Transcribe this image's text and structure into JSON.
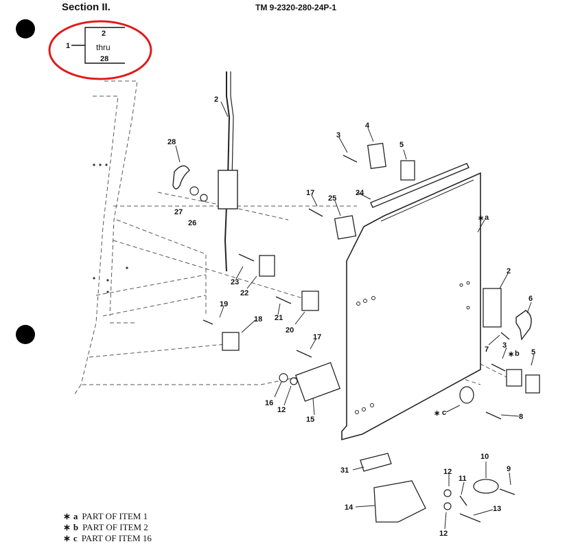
{
  "header": {
    "section": "Section II.",
    "tm": "TM 9-2320-280-24P-1"
  },
  "callout": {
    "item": "1",
    "from": "2",
    "thru": "thru",
    "to": "28"
  },
  "colors": {
    "circle": "#e01b1b",
    "ink": "#1a1a1a"
  },
  "parts": [
    {
      "id": "p2a",
      "label": "2"
    },
    {
      "id": "p28",
      "label": "28"
    },
    {
      "id": "p27",
      "label": "27"
    },
    {
      "id": "p26",
      "label": "26"
    },
    {
      "id": "p3a",
      "label": "3"
    },
    {
      "id": "p4",
      "label": "4"
    },
    {
      "id": "p5a",
      "label": "5"
    },
    {
      "id": "p24",
      "label": "24"
    },
    {
      "id": "p17a",
      "label": "17"
    },
    {
      "id": "p25",
      "label": "25"
    },
    {
      "id": "pa",
      "label": "a"
    },
    {
      "id": "p23",
      "label": "23"
    },
    {
      "id": "p22",
      "label": "22"
    },
    {
      "id": "p21",
      "label": "21"
    },
    {
      "id": "p20",
      "label": "20"
    },
    {
      "id": "p19",
      "label": "19"
    },
    {
      "id": "p18",
      "label": "18"
    },
    {
      "id": "p17b",
      "label": "17"
    },
    {
      "id": "p2b",
      "label": "2"
    },
    {
      "id": "p6",
      "label": "6"
    },
    {
      "id": "p7",
      "label": "7"
    },
    {
      "id": "p3b",
      "label": "3"
    },
    {
      "id": "pb",
      "label": "b"
    },
    {
      "id": "p5b",
      "label": "5"
    },
    {
      "id": "p16",
      "label": "16"
    },
    {
      "id": "p12a",
      "label": "12"
    },
    {
      "id": "p15",
      "label": "15"
    },
    {
      "id": "pc",
      "label": "c"
    },
    {
      "id": "p8",
      "label": "8"
    },
    {
      "id": "p10",
      "label": "10"
    },
    {
      "id": "p31",
      "label": "31"
    },
    {
      "id": "p12b",
      "label": "12"
    },
    {
      "id": "p11",
      "label": "11"
    },
    {
      "id": "p9",
      "label": "9"
    },
    {
      "id": "p14",
      "label": "14"
    },
    {
      "id": "p13",
      "label": "13"
    },
    {
      "id": "p12c",
      "label": "12"
    }
  ],
  "footnotes": [
    {
      "star": "∗",
      "letter": "a",
      "text": "PART OF ITEM 1"
    },
    {
      "star": "∗",
      "letter": "b",
      "text": "PART OF ITEM 2"
    },
    {
      "star": "∗",
      "letter": "c",
      "text": "PART OF ITEM 16"
    }
  ]
}
